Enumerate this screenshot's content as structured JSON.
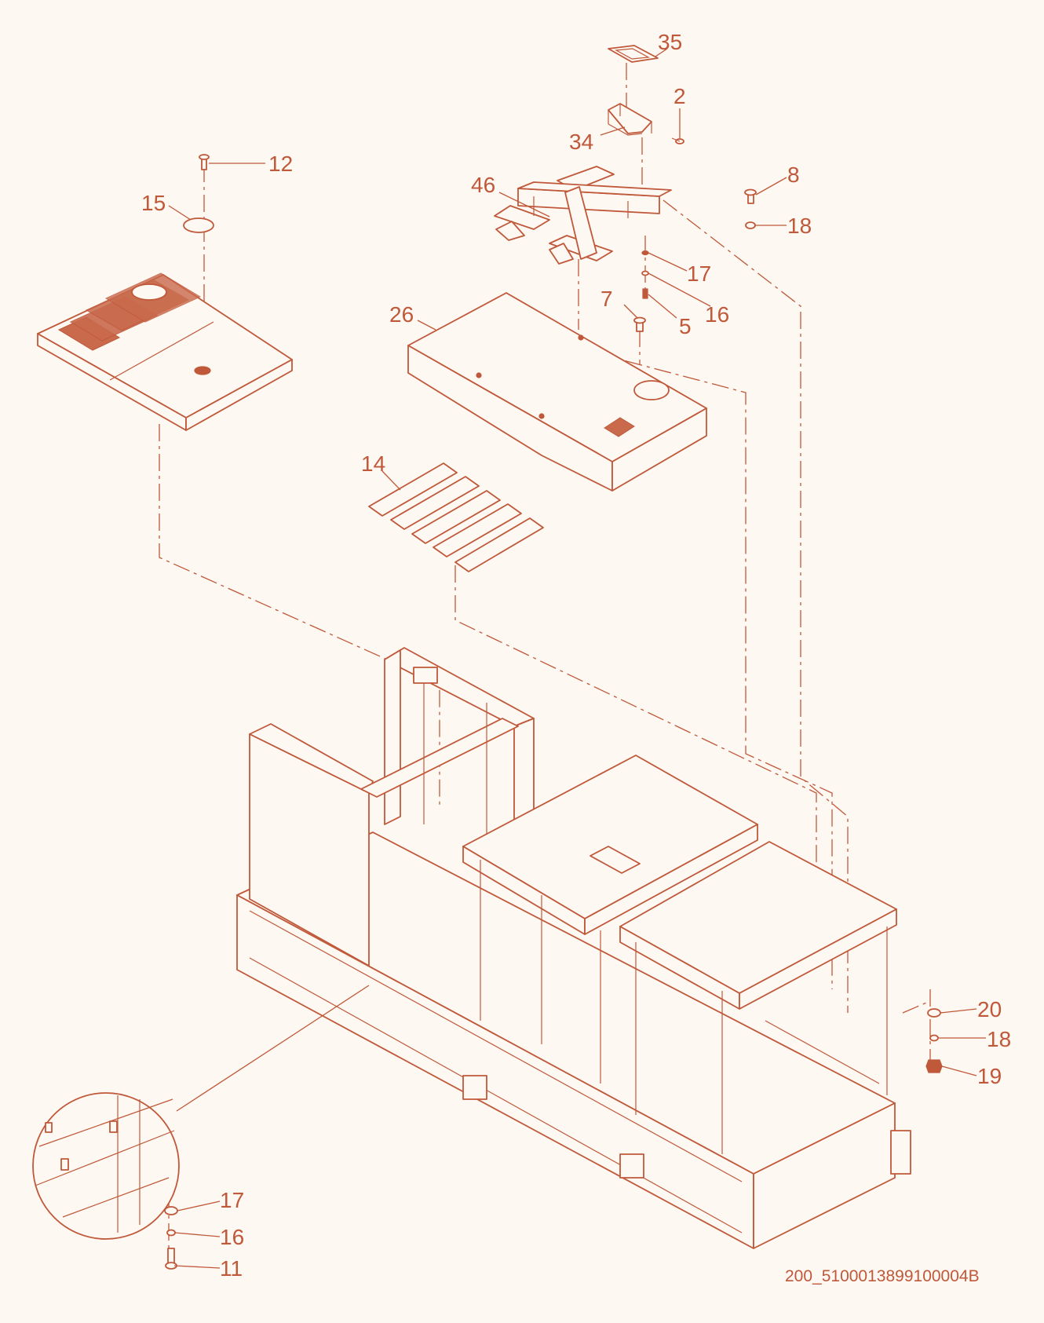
{
  "drawing": {
    "part_labels": {
      "l35": "35",
      "l2": "2",
      "l34": "34",
      "l12": "12",
      "l8": "8",
      "l46": "46",
      "l18a": "18",
      "l15": "15",
      "l17a": "17",
      "l7": "7",
      "l16a": "16",
      "l26": "26",
      "l5": "5",
      "l14": "14",
      "l20": "20",
      "l18b": "18",
      "l19": "19",
      "l17b": "17",
      "l16b": "16",
      "l11": "11"
    },
    "drawing_number": "200_5100013899100004B"
  },
  "colors": {
    "line": "#c0583a",
    "background": "#fdf8f2"
  }
}
